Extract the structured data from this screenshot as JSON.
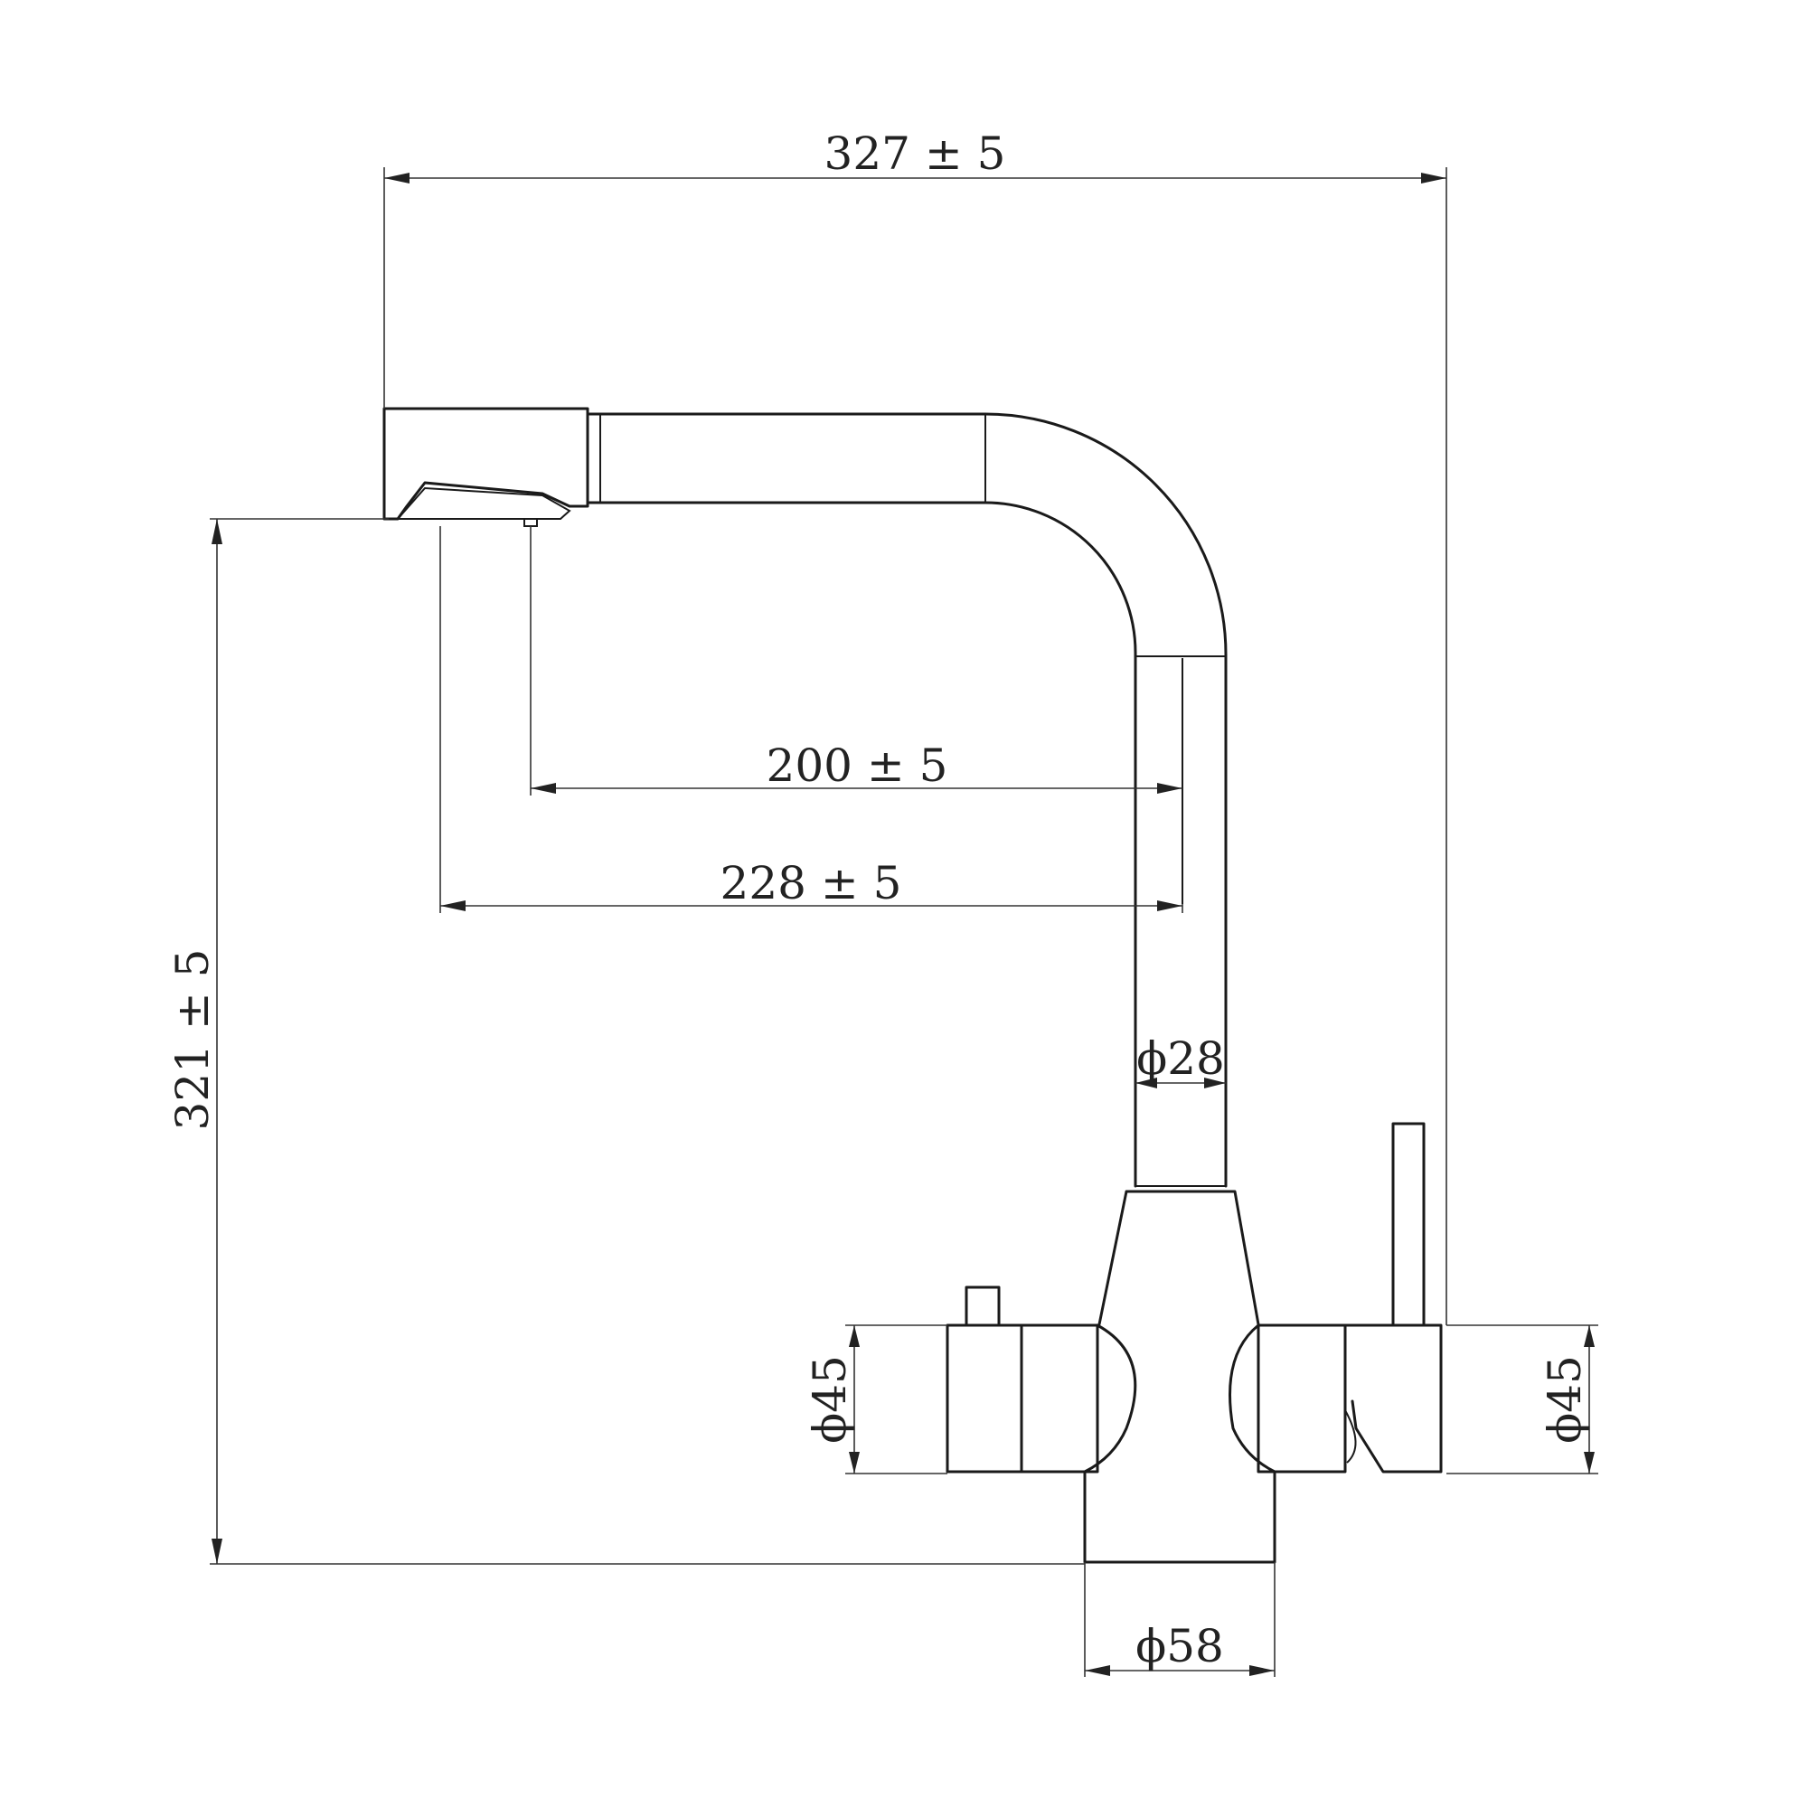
{
  "dimensions": {
    "overall_width": "327 ± 5",
    "overall_height": "321 ± 5",
    "reach_outlet": "200 ± 5",
    "reach_spout_end": "228 ± 5",
    "spout_tube_diameter": "ϕ28",
    "handle_diameter_left": "ϕ45",
    "handle_diameter_right": "ϕ45",
    "base_diameter": "ϕ58"
  },
  "colors": {
    "line": "#1a1a1a",
    "background": "#ffffff"
  }
}
